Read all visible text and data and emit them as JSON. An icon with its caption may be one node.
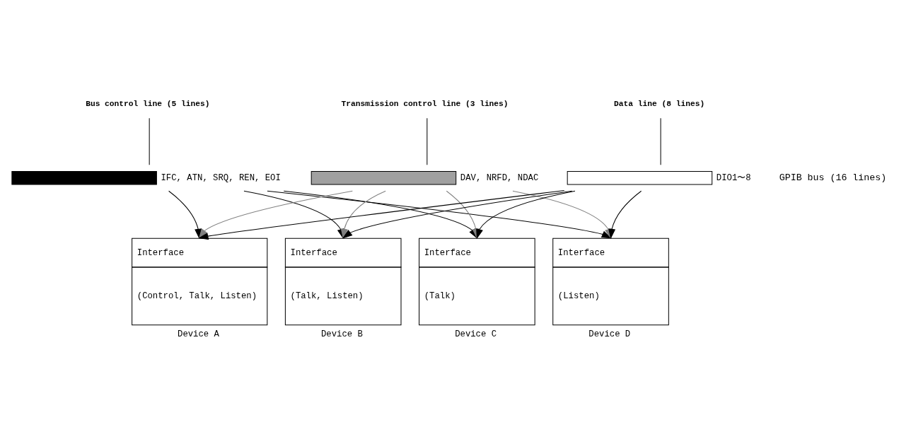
{
  "diagram": {
    "nodes": [
      {
        "text": [
          "Data line (8 lines)"
        ]
      },
      {
        "text": [
          "Transmission control line (3 lines)"
        ]
      },
      {
        "text": [
          "Bus control line (5 lines)"
        ]
      },
      {
        "text": [],
        "shape": "bar",
        "beside": [
          "IFC, ATN, SRQ, REN, EOI"
        ]
      },
      {
        "text": [],
        "shape": "bar",
        "beside": [
          "DAV, NRFD, NDAC"
        ]
      },
      {
        "text": [],
        "shape": "bar",
        "beside": [
          "DIO1〜8"
        ]
      },
      {
        "text": [
          "Interface",
          "(Control, Talk, Listen)"
        ],
        "beside": [
          "Device A"
        ]
      },
      {
        "text": [
          "Interface",
          "(Talk, Listen)"
        ],
        "beside": [
          "Device B"
        ]
      },
      {
        "text": [
          "Interface",
          "(Talk)"
        ],
        "beside": [
          "Device C"
        ]
      },
      {
        "text": [
          "Interface",
          "(Listen)"
        ],
        "beside": [
          "Device D"
        ]
      }
    ],
    "edges": [
      {
        "from": 2,
        "to": 3,
        "arrow": "none"
      },
      {
        "from": 1,
        "to": 4,
        "arrow": "none"
      },
      {
        "from": 0,
        "to": 5,
        "arrow": "none"
      },
      {
        "from": 5,
        "to": 6,
        "arrow": "to"
      },
      {
        "from": 4,
        "to": 6,
        "arrow": "to",
        "color": "#808080"
      },
      {
        "from": 3,
        "to": 6,
        "arrow": "to"
      },
      {
        "from": 5,
        "to": 7,
        "arrow": "to"
      },
      {
        "from": 4,
        "to": 7,
        "arrow": "to",
        "color": "#808080"
      },
      {
        "from": 3,
        "to": 7,
        "arrow": "to"
      },
      {
        "from": 5,
        "to": 8,
        "arrow": "to"
      },
      {
        "from": 4,
        "to": 8,
        "arrow": "to",
        "color": "#808080"
      },
      {
        "from": 3,
        "to": 8,
        "arrow": "to"
      },
      {
        "from": 5,
        "to": 9,
        "arrow": "to"
      },
      {
        "from": 4,
        "to": 9,
        "arrow": "to",
        "color": "#808080"
      },
      {
        "from": 3,
        "to": 9,
        "arrow": "to"
      }
    ],
    "labels": [
      "GPIB bus (16 lines)"
    ]
  }
}
